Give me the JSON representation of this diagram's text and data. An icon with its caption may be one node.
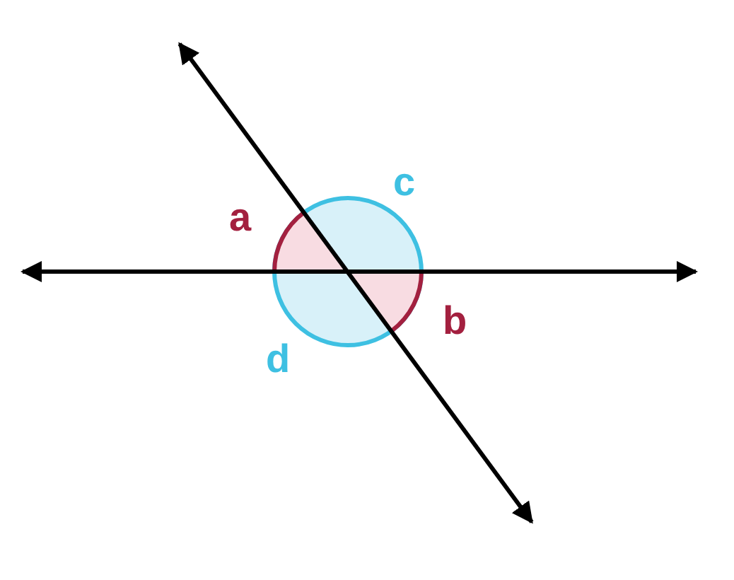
{
  "diagram": {
    "labels": [
      "a",
      "c",
      "b",
      "d"
    ]
  }
}
